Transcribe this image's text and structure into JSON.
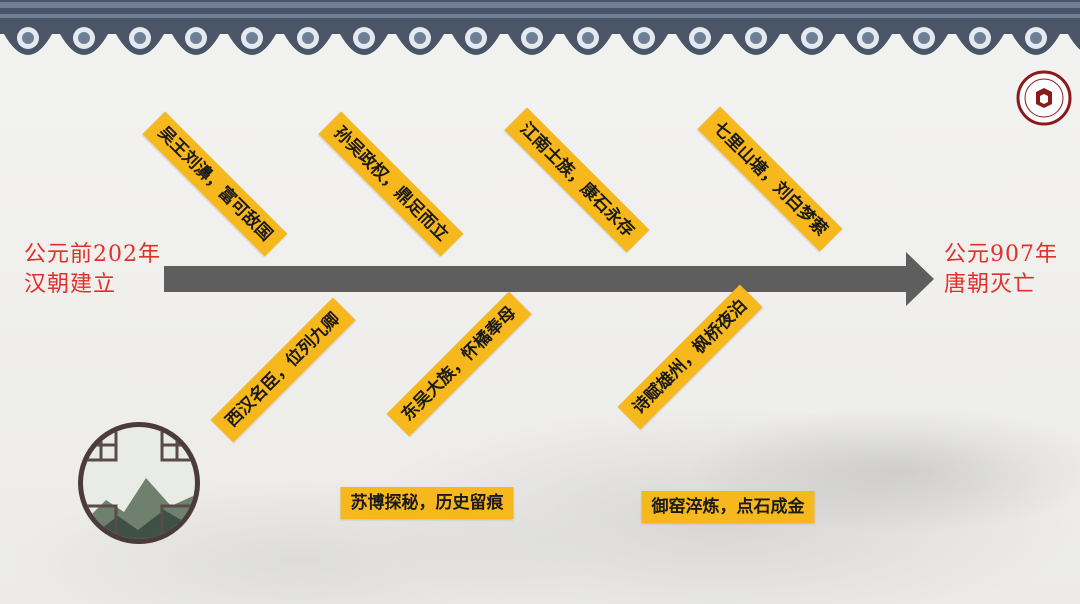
{
  "timeline": {
    "start": {
      "line1": "公元前202年",
      "line2": "汉朝建立"
    },
    "end": {
      "line1": "公元907年",
      "line2": "唐朝灭亡"
    }
  },
  "events_top": [
    {
      "label": "吴王刘濞，富可敌国"
    },
    {
      "label": "孙吴政权，鼎足而立"
    },
    {
      "label": "江南士族，康石永存"
    },
    {
      "label": "七里山塘，刘白梦萦"
    }
  ],
  "events_bottom": [
    {
      "label": "西汉名臣，位列九卿"
    },
    {
      "label": "东吴大族，怀橘奉母"
    },
    {
      "label": "诗赋雄州，枫桥夜泊"
    }
  ],
  "events_flat": [
    {
      "label": "苏博探秘，历史留痕"
    },
    {
      "label": "御窑淬炼，点石成金"
    }
  ],
  "colors": {
    "accent": "#e0302c",
    "tag": "#f7b81e",
    "arrow": "#5e5e5e",
    "roof": "#3b4a5c"
  }
}
